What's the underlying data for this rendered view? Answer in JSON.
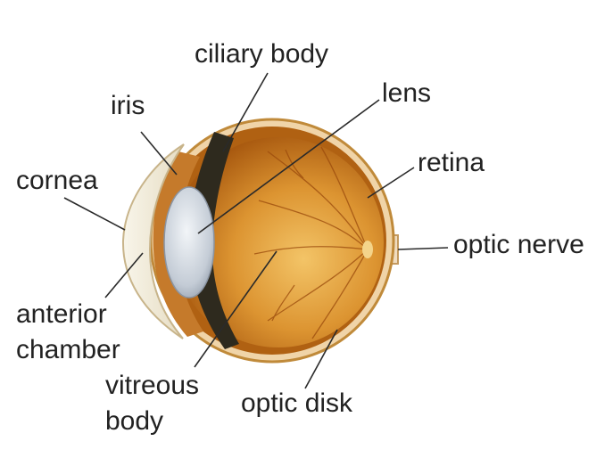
{
  "labels": {
    "ciliary_body": "ciliary body",
    "lens": "lens",
    "iris": "iris",
    "retina": "retina",
    "cornea": "cornea",
    "optic_nerve": "optic nerve",
    "anterior_chamber_line1": "anterior",
    "anterior_chamber_line2": "chamber",
    "vitreous_body_line1": "vitreous",
    "vitreous_body_line2": "body",
    "optic_disk": "optic disk"
  },
  "colors": {
    "background": "#ffffff",
    "sclera_outline": "#c08a3a",
    "choroid": "#a85a0a",
    "vitreous": "#e8a840",
    "iris_dark": "#2e2a1e",
    "lens": "#c8d0d8",
    "cornea": "#f3efe3",
    "label_text": "#222222",
    "leader_line": "#2a2a2a"
  }
}
